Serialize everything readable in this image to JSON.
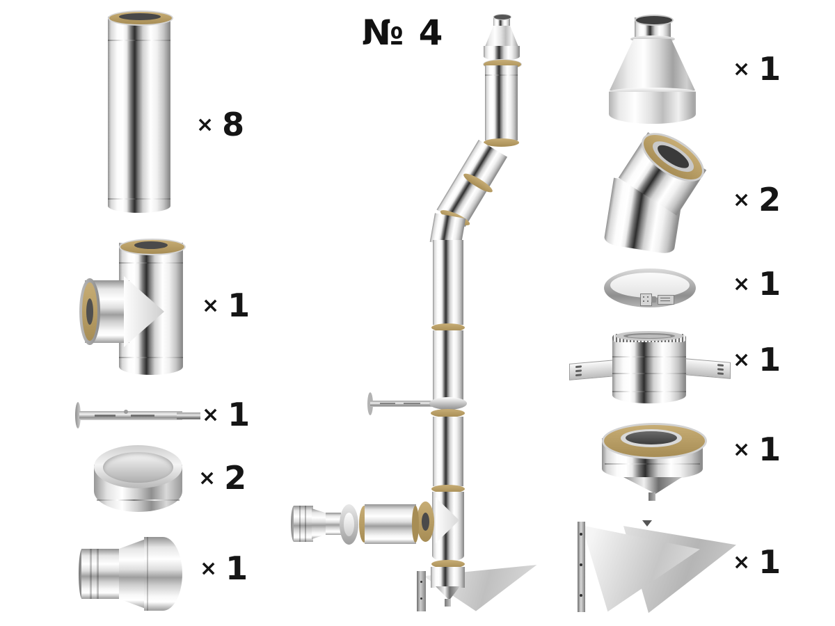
{
  "title": "№ 4",
  "times_sign": "×",
  "colors": {
    "background": "#ffffff",
    "text": "#151515",
    "insulation_gold": "#b0965e",
    "metal_light": "#f2f2f2",
    "metal_dark": "#2c2c2c"
  },
  "left_column": [
    {
      "part": "straight-pipe-section",
      "qty": "8"
    },
    {
      "part": "insulated-tee",
      "qty": "1"
    },
    {
      "part": "wall-bracket-rod",
      "qty": "1"
    },
    {
      "part": "joint-ring",
      "qty": "2"
    },
    {
      "part": "reducer-adapter",
      "qty": "1"
    }
  ],
  "right_column": [
    {
      "part": "top-cone",
      "qty": "1"
    },
    {
      "part": "insulated-elbow",
      "qty": "2"
    },
    {
      "part": "locking-clamp",
      "qty": "1"
    },
    {
      "part": "wall-pass-through-plate",
      "qty": "1"
    },
    {
      "part": "condensate-collector",
      "qty": "1"
    },
    {
      "part": "wall-support-brackets",
      "qty": "1"
    }
  ]
}
